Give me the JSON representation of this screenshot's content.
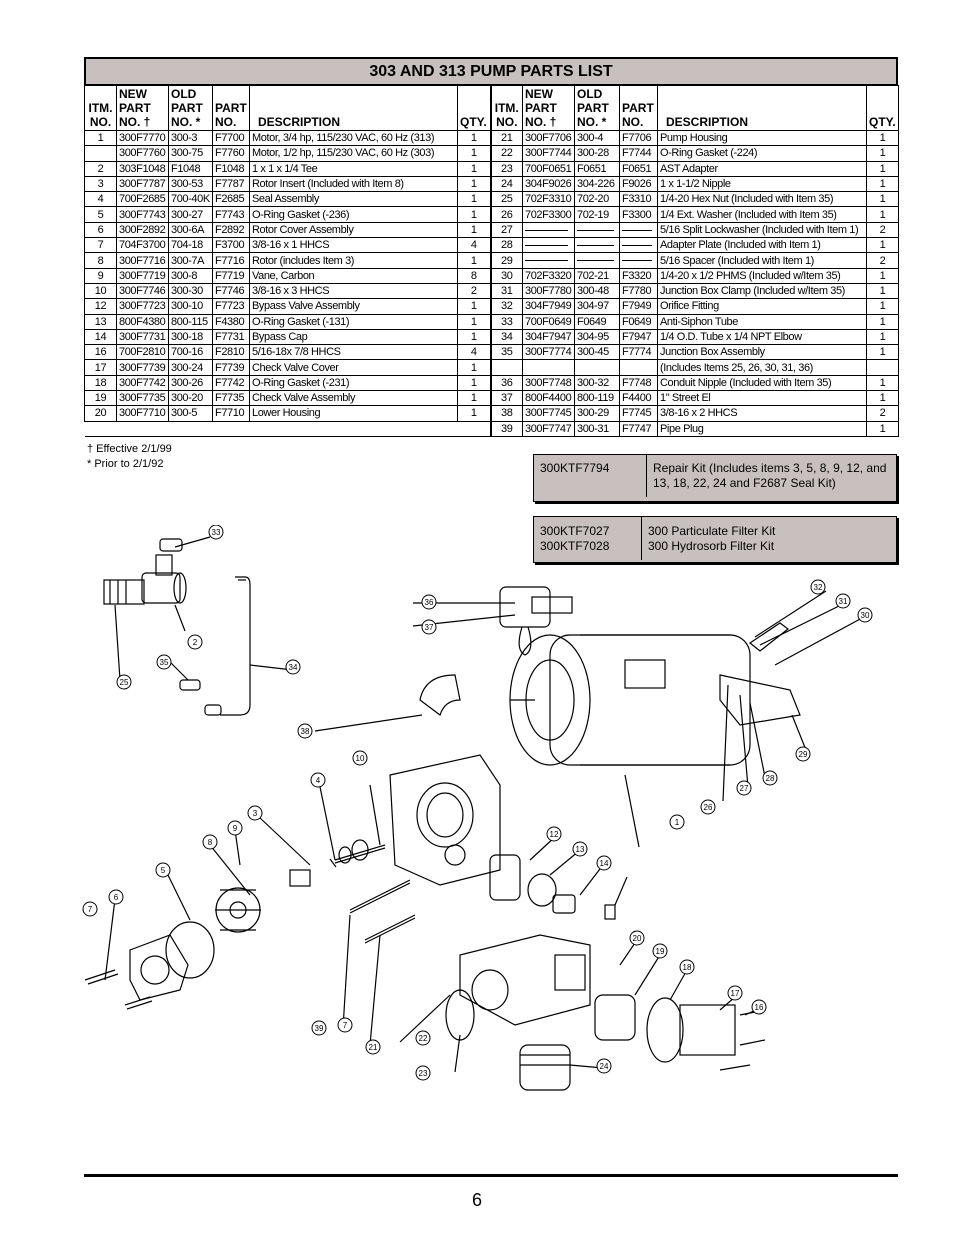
{
  "table": {
    "title": "303 AND 313 PUMP PARTS LIST",
    "headers": {
      "itm_no": "ITM. NO.",
      "new_part": "NEW PART NO. †",
      "old_part": "OLD PART NO. *",
      "part_no": "PART NO.",
      "description": "DESCRIPTION",
      "qty": "QTY."
    },
    "left_rows": [
      {
        "itm": "1",
        "new": "300F7770",
        "old": "300-3",
        "part": "F7700",
        "desc": "Motor, 3/4 hp, 115/230 VAC, 60 Hz (313)",
        "qty": "1"
      },
      {
        "itm": "",
        "new": "300F7760",
        "old": "300-75",
        "part": "F7760",
        "desc": "Motor, 1/2 hp, 115/230 VAC, 60 Hz (303)",
        "qty": "1"
      },
      {
        "itm": "2",
        "new": "303F1048",
        "old": "F1048",
        "part": "F1048",
        "desc": "1 x 1 x 1/4 Tee",
        "qty": "1"
      },
      {
        "itm": "3",
        "new": "300F7787",
        "old": "300-53",
        "part": "F7787",
        "desc": "Rotor Insert (Included with Item 8)",
        "qty": "1"
      },
      {
        "itm": "4",
        "new": "700F2685",
        "old": "700-40K",
        "part": "F2685",
        "desc": "Seal Assembly",
        "qty": "1"
      },
      {
        "itm": "5",
        "new": "300F7743",
        "old": "300-27",
        "part": "F7743",
        "desc": "O-Ring Gasket (-236)",
        "qty": "1"
      },
      {
        "itm": "6",
        "new": "300F2892",
        "old": "300-6A",
        "part": "F2892",
        "desc": "Rotor Cover Assembly",
        "qty": "1"
      },
      {
        "itm": "7",
        "new": "704F3700",
        "old": "704-18",
        "part": "F3700",
        "desc": "3/8-16 x 1 HHCS",
        "qty": "4"
      },
      {
        "itm": "8",
        "new": "300F7716",
        "old": "300-7A",
        "part": "F7716",
        "desc": "Rotor (includes Item 3)",
        "qty": "1"
      },
      {
        "itm": "9",
        "new": "300F7719",
        "old": "300-8",
        "part": "F7719",
        "desc": "Vane, Carbon",
        "qty": "8"
      },
      {
        "itm": "10",
        "new": "300F7746",
        "old": "300-30",
        "part": "F7746",
        "desc": "3/8-16 x 3 HHCS",
        "qty": "2"
      },
      {
        "itm": "12",
        "new": "300F7723",
        "old": "300-10",
        "part": "F7723",
        "desc": "Bypass Valve Assembly",
        "qty": "1"
      },
      {
        "itm": "13",
        "new": "800F4380",
        "old": "800-115",
        "part": "F4380",
        "desc": "O-Ring Gasket (-131)",
        "qty": "1"
      },
      {
        "itm": "14",
        "new": "300F7731",
        "old": "300-18",
        "part": "F7731",
        "desc": "Bypass Cap",
        "qty": "1"
      },
      {
        "itm": "16",
        "new": "700F2810",
        "old": "700-16",
        "part": "F2810",
        "desc": "5/16-18x 7/8 HHCS",
        "qty": "4"
      },
      {
        "itm": "17",
        "new": "300F7739",
        "old": "300-24",
        "part": "F7739",
        "desc": "Check Valve Cover",
        "qty": "1"
      },
      {
        "itm": "18",
        "new": "300F7742",
        "old": "300-26",
        "part": "F7742",
        "desc": "O-Ring Gasket (-231)",
        "qty": "1"
      },
      {
        "itm": "19",
        "new": "300F7735",
        "old": "300-20",
        "part": "F7735",
        "desc": "Check Valve Assembly",
        "qty": "1"
      },
      {
        "itm": "20",
        "new": "300F7710",
        "old": "300-5",
        "part": "F7710",
        "desc": "Lower Housing",
        "qty": "1"
      }
    ],
    "right_rows": [
      {
        "itm": "21",
        "new": "300F7706",
        "old": "300-4",
        "part": "F7706",
        "desc": "Pump Housing",
        "qty": "1"
      },
      {
        "itm": "22",
        "new": "300F7744",
        "old": "300-28",
        "part": "F7744",
        "desc": "O-Ring Gasket (-224)",
        "qty": "1"
      },
      {
        "itm": "23",
        "new": "700F0651",
        "old": "F0651",
        "part": "F0651",
        "desc": "AST Adapter",
        "qty": "1"
      },
      {
        "itm": "24",
        "new": "304F9026",
        "old": "304-226",
        "part": "F9026",
        "desc": "1 x 1-1/2 Nipple",
        "qty": "1"
      },
      {
        "itm": "25",
        "new": "702F3310",
        "old": "702-20",
        "part": "F3310",
        "desc": "1/4-20 Hex Nut (Included with Item 35)",
        "qty": "1"
      },
      {
        "itm": "26",
        "new": "702F3300",
        "old": "702-19",
        "part": "F3300",
        "desc": "1/4 Ext. Washer (Included with Item 35)",
        "qty": "1"
      },
      {
        "itm": "27",
        "new": "",
        "old": "",
        "part": "",
        "desc": "5/16 Split Lockwasher (Included with Item 1)",
        "qty": "2",
        "dash": true
      },
      {
        "itm": "28",
        "new": "",
        "old": "",
        "part": "",
        "desc": "Adapter Plate (Included with Item 1)",
        "qty": "1",
        "dash": true
      },
      {
        "itm": "29",
        "new": "",
        "old": "",
        "part": "",
        "desc": "5/16 Spacer (Included with Item 1)",
        "qty": "2",
        "dash": true
      },
      {
        "itm": "30",
        "new": "702F3320",
        "old": "702-21",
        "part": "F3320",
        "desc": "1/4-20 x 1/2 PHMS (Included w/Item 35)",
        "qty": "1"
      },
      {
        "itm": "31",
        "new": "300F7780",
        "old": "300-48",
        "part": "F7780",
        "desc": "Junction Box Clamp (Included w/Item 35)",
        "qty": "1"
      },
      {
        "itm": "32",
        "new": "304F7949",
        "old": "304-97",
        "part": "F7949",
        "desc": "Orifice Fitting",
        "qty": "1"
      },
      {
        "itm": "33",
        "new": "700F0649",
        "old": "F0649",
        "part": "F0649",
        "desc": "Anti-Siphon Tube",
        "qty": "1"
      },
      {
        "itm": "34",
        "new": "304F7947",
        "old": "304-95",
        "part": "F7947",
        "desc": "1/4 O.D. Tube x 1/4 NPT Elbow",
        "qty": "1"
      },
      {
        "itm": "35",
        "new": "300F7774",
        "old": "300-45",
        "part": "F7774",
        "desc": "Junction Box Assembly",
        "qty": "1"
      },
      {
        "itm": "",
        "new": "",
        "old": "",
        "part": "",
        "desc": "(Includes Items 25, 26, 30, 31, 36)",
        "qty": ""
      },
      {
        "itm": "36",
        "new": "300F7748",
        "old": "300-32",
        "part": "F7748",
        "desc": "Conduit Nipple (Included with Item 35)",
        "qty": "1"
      },
      {
        "itm": "37",
        "new": "800F4400",
        "old": "800-119",
        "part": "F4400",
        "desc": "1\" Street El",
        "qty": "1"
      },
      {
        "itm": "38",
        "new": "300F7745",
        "old": "300-29",
        "part": "F7745",
        "desc": "3/8-16 x 2 HHCS",
        "qty": "2"
      },
      {
        "itm": "39",
        "new": "300F7747",
        "old": "300-31",
        "part": "F7747",
        "desc": "Pipe Plug",
        "qty": "1"
      }
    ]
  },
  "footnotes": {
    "effective": "† Effective 2/1/99",
    "prior": "* Prior to 2/1/92"
  },
  "repair_kit": {
    "code": "300KTF7794",
    "desc": "Repair Kit (Includes items 3, 5, 8, 9, 12, and 13, 18, 22, 24 and F2687 Seal Kit)"
  },
  "filter_kits": {
    "code_1": "300KTF7027",
    "code_2": "300KTF7028",
    "desc_1": "300 Particulate Filter Kit",
    "desc_2": "300 Hydrosorb Filter Kit"
  },
  "diagram": {
    "callouts": [
      "1",
      "2",
      "3",
      "4",
      "5",
      "6",
      "7",
      "7",
      "8",
      "9",
      "10",
      "12",
      "13",
      "14",
      "16",
      "17",
      "18",
      "19",
      "20",
      "21",
      "22",
      "23",
      "24",
      "25",
      "26",
      "27",
      "28",
      "29",
      "30",
      "31",
      "32",
      "33",
      "34",
      "35",
      "36",
      "37",
      "38",
      "39"
    ]
  },
  "page": {
    "number": "6"
  }
}
